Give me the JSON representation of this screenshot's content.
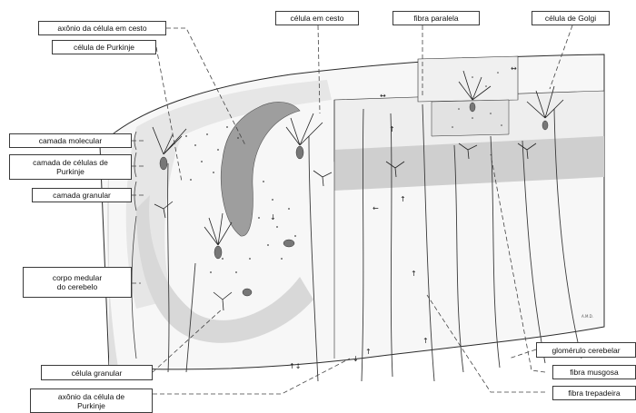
{
  "labels": {
    "basket_axon": "axônio da célula em cesto",
    "purkinje_cell": "célula de Purkinje",
    "basket_cell": "célula em cesto",
    "parallel_fiber": "fibra paralela",
    "golgi_cell": "célula de Golgi",
    "molecular_layer": "camada molecular",
    "purkinje_layer": "camada de células de\nPurkinje",
    "granular_layer": "camada granular",
    "medullary_body": "corpo medular\ndo cerebelo",
    "granule_cell": "célula granular",
    "purkinje_axon": "axônio da célula de\nPurkinje",
    "glomerulus": "glomérulo cerebelar",
    "mossy_fiber": "fibra musgosa",
    "climbing_fiber": "fibra trepadeira"
  },
  "colors": {
    "ink": "#2b2b2b",
    "cortex_gray": "#d9d9d9",
    "molecular_gray": "#ececec",
    "white_matter": "#f6f6f6",
    "leader": "#444444"
  }
}
